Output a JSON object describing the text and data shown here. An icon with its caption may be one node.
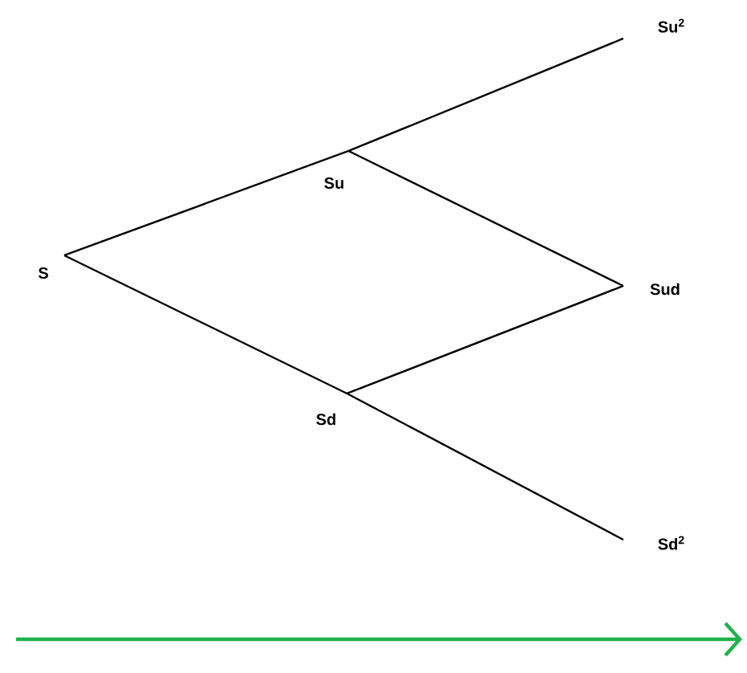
{
  "diagram": {
    "nodes": [
      {
        "text": [
          "S"
        ]
      },
      {
        "text": [
          "Su"
        ]
      },
      {
        "text": [
          "Sd"
        ]
      },
      {
        "text": [
          "Su$^{2}$"
        ]
      },
      {
        "text": [
          "Sud"
        ]
      },
      {
        "text": [
          "Sd$^{2}$"
        ]
      }
    ],
    "edges": [
      {
        "from": 0,
        "to": 1,
        "arrow": "none"
      },
      {
        "from": 0,
        "to": 2,
        "arrow": "none"
      },
      {
        "from": 1,
        "to": 3,
        "arrow": "none"
      },
      {
        "from": 1,
        "to": 4,
        "arrow": "none"
      },
      {
        "from": 2,
        "to": 4,
        "arrow": "none"
      },
      {
        "from": 2,
        "to": 5,
        "arrow": "none"
      }
    ]
  }
}
